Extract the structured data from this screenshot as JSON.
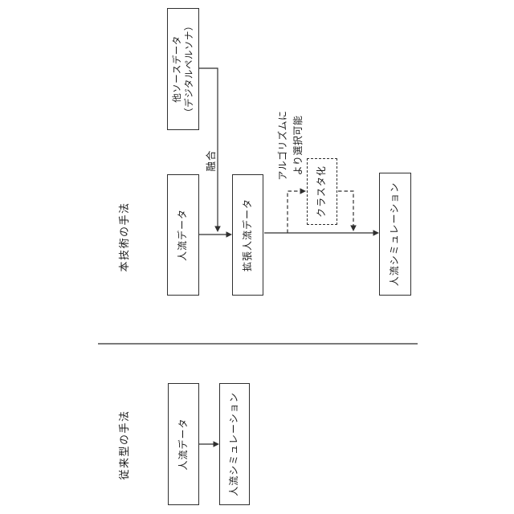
{
  "colors": {
    "background": "#ffffff",
    "line": "#2f2f2f",
    "divider": "#4f4f4f",
    "text": "#1c1c1c"
  },
  "orientation_note": "figure rotated 90 degrees counter-clockwise on page",
  "proposed_section": {
    "title": "本技術の手法",
    "person_flow_box": "人流データ",
    "other_source_box_line1": "他ソースデータ",
    "other_source_box_line2": "（デジタルペルソナ）",
    "fusion_label": "融合",
    "extended_box": "拡張人流データ",
    "cluster_box": "クラスタ化",
    "algorithm_note_line1": "アルゴリズムに",
    "algorithm_note_line2": "より選択可能",
    "simulation_box": "人流シミュレーション"
  },
  "conventional_section": {
    "title": "従来型の手法",
    "person_flow_box": "人流データ",
    "simulation_box": "人流シミュレーション"
  }
}
